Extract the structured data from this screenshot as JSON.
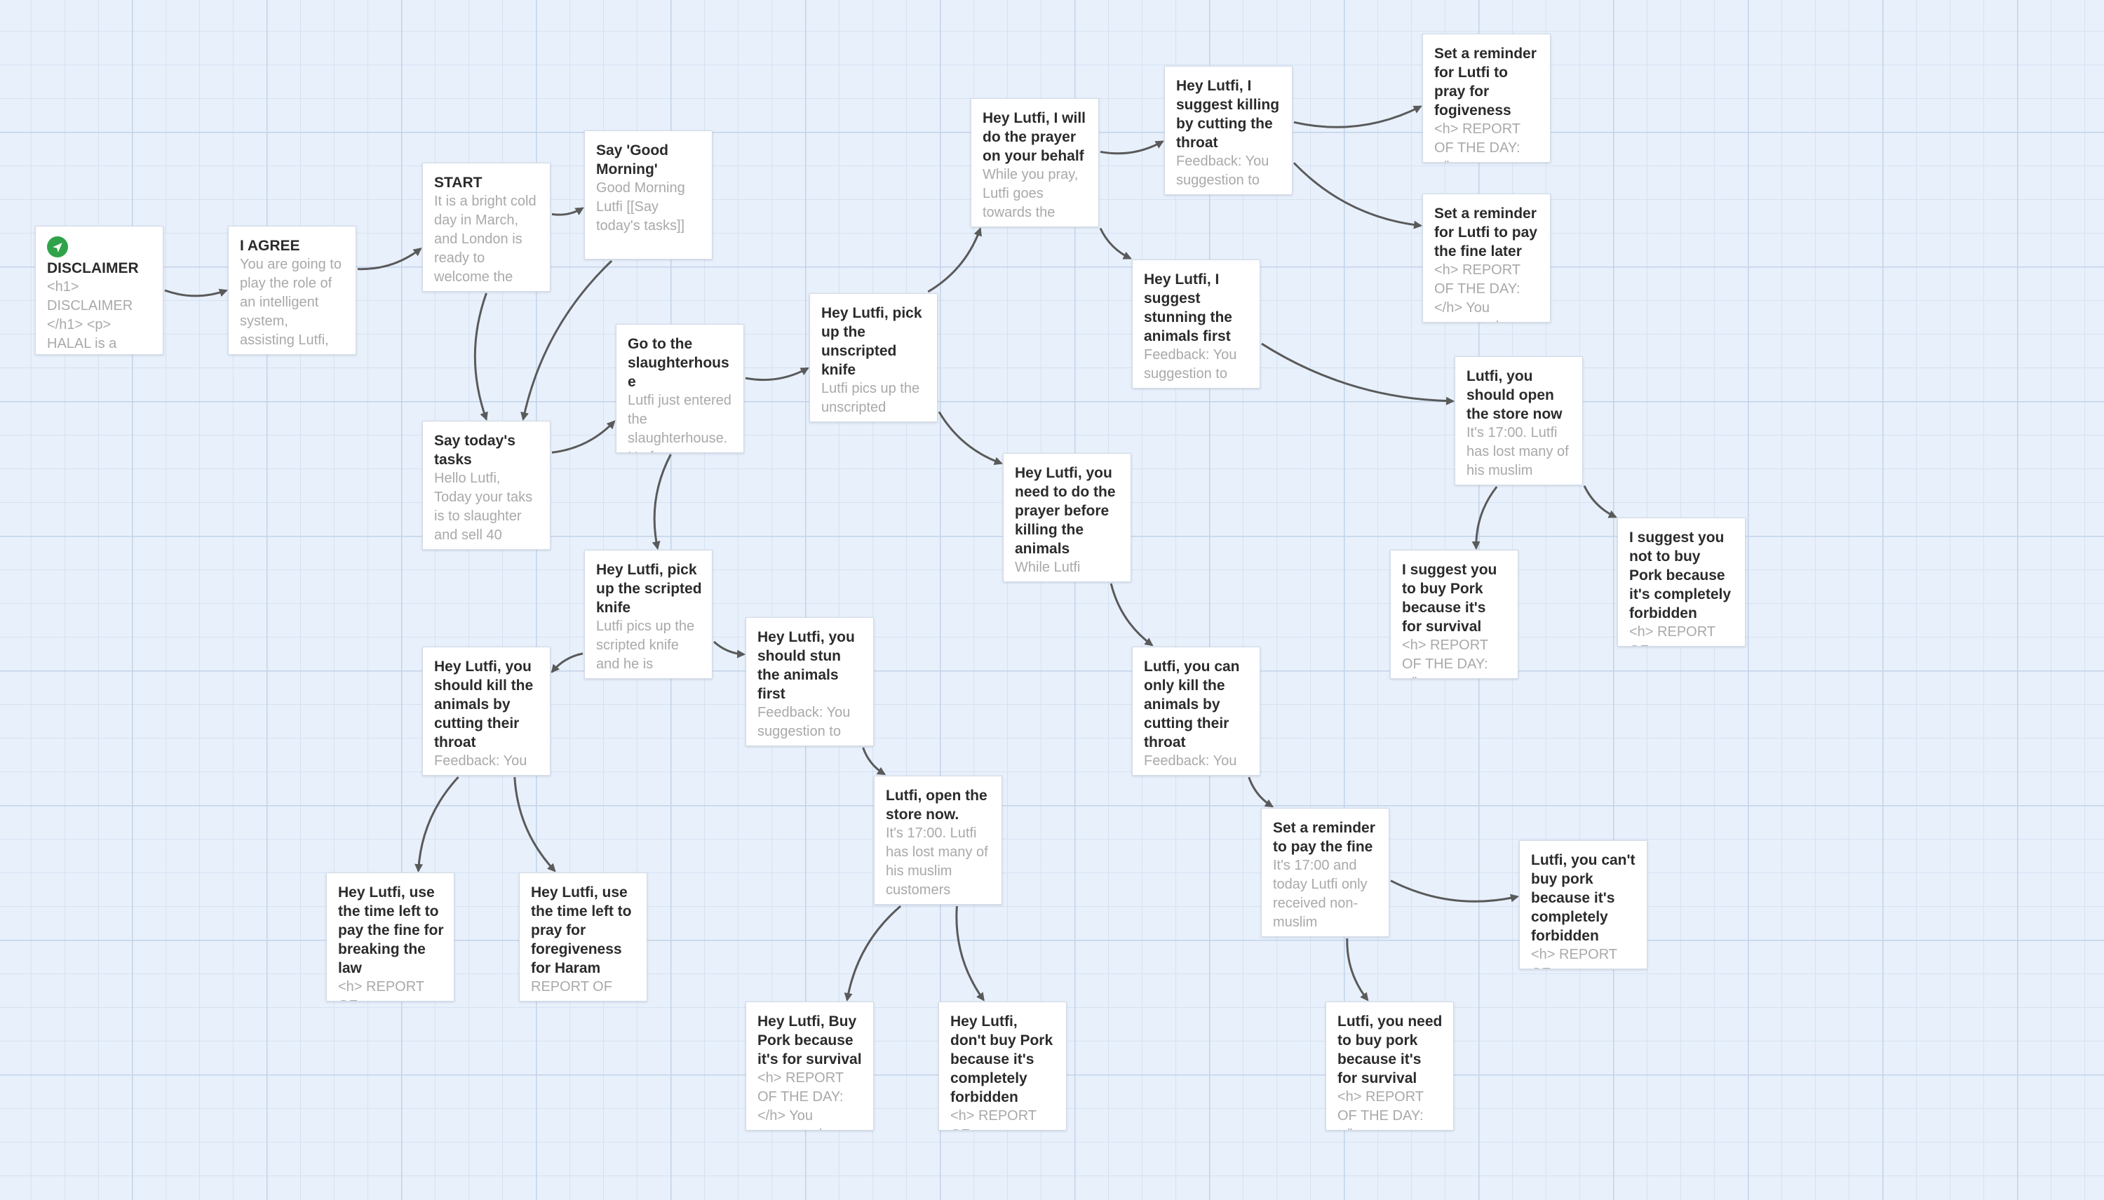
{
  "story_map": {
    "passages": [
      {
        "id": "disclaimer",
        "title": "DISCLAIMER",
        "excerpt": "<h1>\nDISCLAIMER\n</h1> <p>\nHALAL is a",
        "start": true
      },
      {
        "id": "agree",
        "title": "I AGREE",
        "excerpt": "You are going to play the role of an intelligent system, assisting Lutfi,"
      },
      {
        "id": "start",
        "title": "START",
        "excerpt": "It is a bright cold day in March, and London is ready to welcome the"
      },
      {
        "id": "good_morning",
        "title": "Say 'Good Morning'",
        "excerpt": "Good Morning Lutfi [[Say today's tasks]]"
      },
      {
        "id": "tasks",
        "title": "Say today's tasks",
        "excerpt": "Hello Lutfi, Today your taks is to slaughter and sell 40"
      },
      {
        "id": "slaughterhouse",
        "title": "Go to the slaughterhouse",
        "excerpt": "Lutfi just entered the slaughterhouse. He faces two"
      },
      {
        "id": "scripted_knife",
        "title": "Hey Lutfi, pick up the scripted knife",
        "excerpt": "Lutfi pics up the scripted knife and he is"
      },
      {
        "id": "kill_cutting",
        "title": "Hey Lutfi, you should kill the animals by cutting their throat",
        "excerpt": "Feedback: You"
      },
      {
        "id": "pay_fine_law",
        "title": "Hey Lutfi, use the time left to pay the fine for breaking the law",
        "excerpt": "<h> REPORT OF"
      },
      {
        "id": "pray_haram",
        "title": "Hey Lutfi, use the time left to pray for foregiveness for Haram",
        "excerpt": "REPORT OF"
      },
      {
        "id": "stun_first",
        "title": "Hey Lutfi, you should stun the animals first",
        "excerpt": "Feedback: You suggestion to"
      },
      {
        "id": "open_store",
        "title": "Lutfi, open the store now.",
        "excerpt": "It's 17:00. Lutfi has lost many of his muslim customers"
      },
      {
        "id": "buy_pork_survival",
        "title": "Hey Lutfi, Buy Pork because it's for survival",
        "excerpt": "<h> REPORT OF THE DAY: </h> You suggested"
      },
      {
        "id": "dont_buy_pork",
        "title": "Hey Lutfi, don't buy Pork because it's completely forbidden",
        "excerpt": "<h> REPORT OF"
      },
      {
        "id": "unscripted_knife",
        "title": "Hey Lutfi, pick up the unscripted knife",
        "excerpt": "Lutfi pics up the unscripted"
      },
      {
        "id": "prayer_behalf",
        "title": "Hey Lutfi, I will do the prayer on your behalf",
        "excerpt": "While you pray, Lutfi goes towards the"
      },
      {
        "id": "suggest_killing",
        "title": "Hey Lutfi, I suggest killing by cutting the throat",
        "excerpt": "Feedback: You suggestion to"
      },
      {
        "id": "reminder_pray",
        "title": "Set a reminder for Lutfi to pray for fogiveness",
        "excerpt": "<h> REPORT OF THE DAY: </h>"
      },
      {
        "id": "reminder_fine_later",
        "title": "Set a reminder for Lutfi to pay the fine later",
        "excerpt": "<h> REPORT OF THE DAY: </h> You suggested"
      },
      {
        "id": "suggest_stunning",
        "title": "Hey Lutfi, I suggest stunning the animals first",
        "excerpt": "Feedback: You suggestion to"
      },
      {
        "id": "should_open_store",
        "title": "Lutfi, you should open the store now",
        "excerpt": "It's 17:00. Lutfi has lost many of his muslim"
      },
      {
        "id": "suggest_buy_pork",
        "title": "I suggest you to buy Pork because it's for survival",
        "excerpt": "<h> REPORT OF THE DAY: </h>"
      },
      {
        "id": "suggest_not_buy_pork",
        "title": "I suggest you not to buy Pork because it's completely forbidden",
        "excerpt": "<h> REPORT OF"
      },
      {
        "id": "prayer_before",
        "title": "Hey Lutfi, you need to do the prayer before killing the animals",
        "excerpt": "While Lutfi"
      },
      {
        "id": "only_kill_cutting",
        "title": "Lutfi, you can only kill the animals by cutting their throat",
        "excerpt": "Feedback: You"
      },
      {
        "id": "reminder_fine",
        "title": "Set a reminder to pay the fine",
        "excerpt": "It's 17:00 and today Lutfi only received non-muslim"
      },
      {
        "id": "cant_buy_pork",
        "title": "Lutfi, you can't buy pork because it's completely forbidden",
        "excerpt": "<h> REPORT OF"
      },
      {
        "id": "need_buy_pork",
        "title": "Lutfi, you need to buy pork because it's for survival",
        "excerpt": "<h> REPORT OF THE DAY: </h>"
      }
    ],
    "links": [
      [
        "disclaimer",
        "agree"
      ],
      [
        "agree",
        "start"
      ],
      [
        "start",
        "good_morning"
      ],
      [
        "start",
        "tasks"
      ],
      [
        "good_morning",
        "tasks"
      ],
      [
        "tasks",
        "slaughterhouse"
      ],
      [
        "slaughterhouse",
        "unscripted_knife"
      ],
      [
        "slaughterhouse",
        "scripted_knife"
      ],
      [
        "scripted_knife",
        "kill_cutting"
      ],
      [
        "scripted_knife",
        "stun_first"
      ],
      [
        "kill_cutting",
        "pay_fine_law"
      ],
      [
        "kill_cutting",
        "pray_haram"
      ],
      [
        "stun_first",
        "open_store"
      ],
      [
        "open_store",
        "buy_pork_survival"
      ],
      [
        "open_store",
        "dont_buy_pork"
      ],
      [
        "unscripted_knife",
        "prayer_behalf"
      ],
      [
        "unscripted_knife",
        "prayer_before"
      ],
      [
        "prayer_behalf",
        "suggest_killing"
      ],
      [
        "prayer_behalf",
        "suggest_stunning"
      ],
      [
        "suggest_killing",
        "reminder_pray"
      ],
      [
        "suggest_killing",
        "reminder_fine_later"
      ],
      [
        "suggest_stunning",
        "should_open_store"
      ],
      [
        "should_open_store",
        "suggest_buy_pork"
      ],
      [
        "should_open_store",
        "suggest_not_buy_pork"
      ],
      [
        "prayer_before",
        "only_kill_cutting"
      ],
      [
        "only_kill_cutting",
        "reminder_fine"
      ],
      [
        "reminder_fine",
        "cant_buy_pork"
      ],
      [
        "reminder_fine",
        "need_buy_pork"
      ]
    ]
  }
}
